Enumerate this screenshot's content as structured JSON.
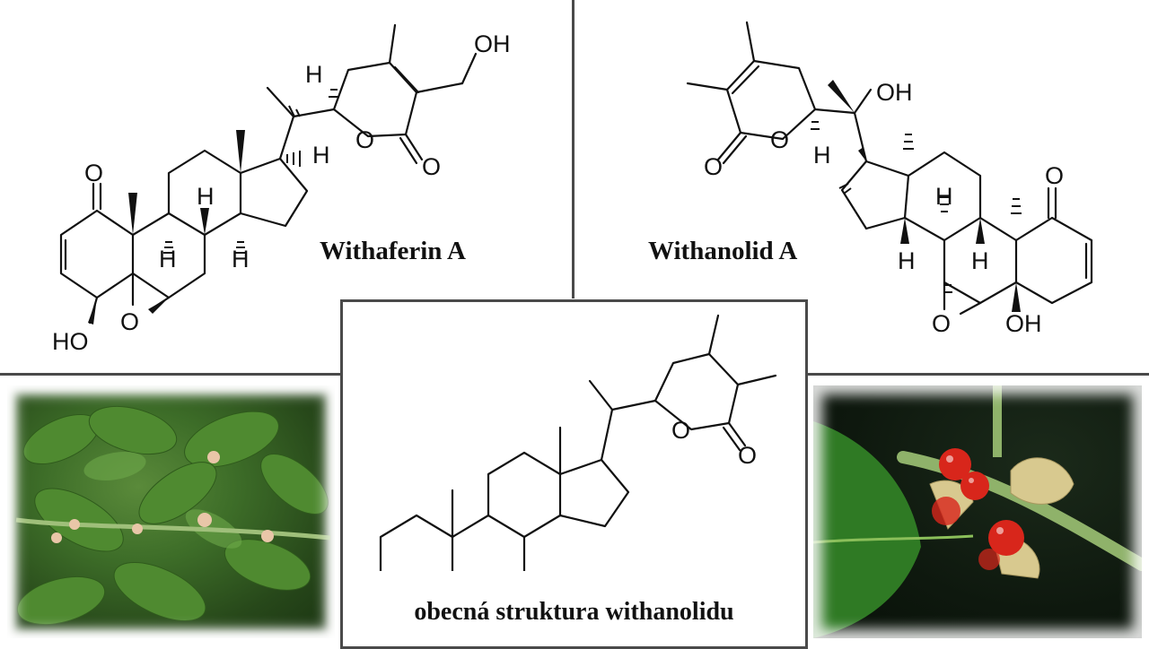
{
  "compounds": {
    "withaferin": {
      "name": "Withaferin A",
      "atoms": {
        "oh_top": "OH",
        "h_side": "H",
        "o_ring": "O",
        "o_carbonyl": "O",
        "h_c17": "H",
        "o_ketone": "O",
        "h_c8": "H",
        "h_c9": "H",
        "h_c14": "H",
        "ho_c4": "HO",
        "o_epoxide": "O"
      }
    },
    "withanolid": {
      "name": "Withanolid A",
      "atoms": {
        "oh_c20": "OH",
        "o_carbonyl": "O",
        "o_ring": "O",
        "h_c22": "H",
        "o_ketone": "O",
        "h_c8": "H",
        "h_c14": "H",
        "h_c9": "H",
        "o_epoxide": "O",
        "oh_c5": "OH"
      }
    },
    "general": {
      "caption": "obecná struktura withanolidu",
      "atoms": {
        "o_ring": "O",
        "o_carbonyl": "O"
      }
    }
  },
  "photos": {
    "left": "Withania somnifera – listy a květy",
    "right": "Withania somnifera – plody"
  },
  "colors": {
    "divider": "#4a4a4a",
    "berry": "#d8261b",
    "leaf": "#3d7a2a"
  }
}
